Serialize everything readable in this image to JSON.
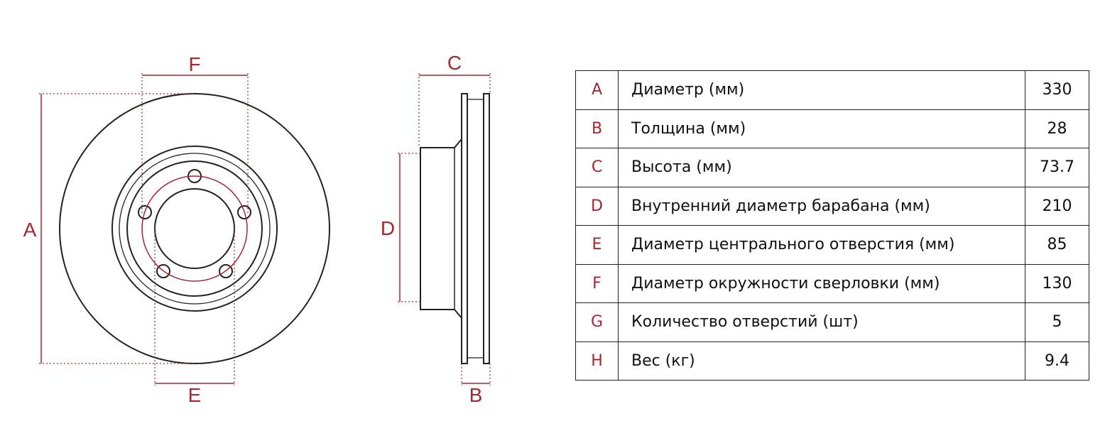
{
  "colors": {
    "accent": "#a3282f",
    "line": "#222222"
  },
  "labels": {
    "A": "A",
    "B": "B",
    "C": "C",
    "D": "D",
    "E": "E",
    "F": "F"
  },
  "specs": [
    {
      "code": "A",
      "name": "Диаметр (мм)",
      "value": "330"
    },
    {
      "code": "B",
      "name": "Толщина (мм)",
      "value": "28"
    },
    {
      "code": "C",
      "name": "Высота (мм)",
      "value": "73.7"
    },
    {
      "code": "D",
      "name": "Внутренний диаметр барабана (мм)",
      "value": "210"
    },
    {
      "code": "E",
      "name": "Диаметр центрального отверстия (мм)",
      "value": "85"
    },
    {
      "code": "F",
      "name": "Диаметр окружности сверловки (мм)",
      "value": "130"
    },
    {
      "code": "G",
      "name": "Количество отверстий (шт)",
      "value": "5"
    },
    {
      "code": "H",
      "name": "Вес (кг)",
      "value": "9.4"
    }
  ]
}
